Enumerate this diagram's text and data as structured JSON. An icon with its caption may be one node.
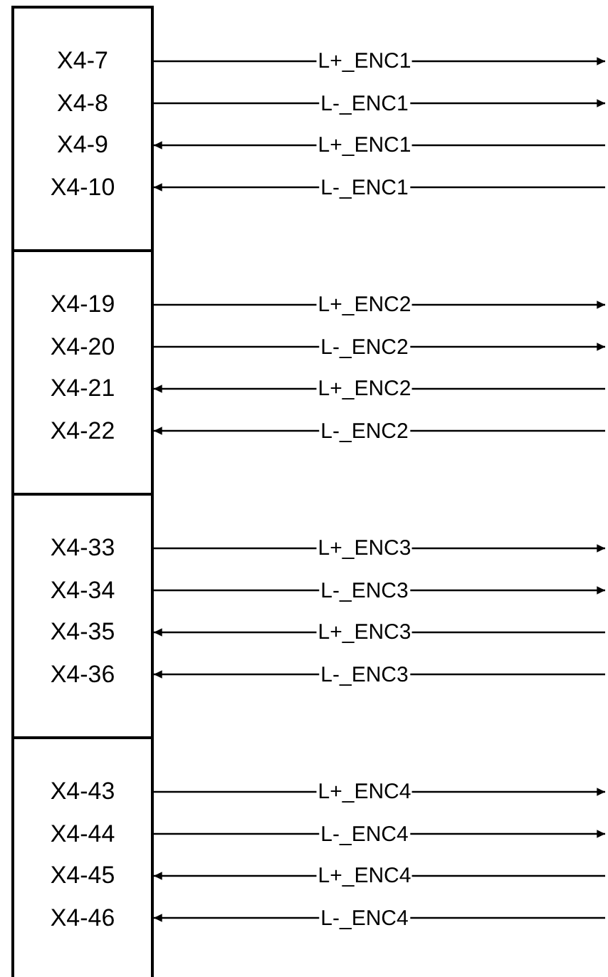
{
  "diagram": {
    "nodes": [
      {
        "text": [
          "X4-7",
          "X4-8",
          "X4-9",
          "X4-10"
        ]
      },
      {
        "text": [
          "X4-19",
          "X4-20",
          "X4-21",
          "X4-22"
        ]
      },
      {
        "text": [
          "X4-33",
          "X4-34",
          "X4-35",
          "X4-36"
        ]
      },
      {
        "text": [
          "X4-43",
          "X4-44",
          "X4-45",
          "X4-46"
        ]
      }
    ],
    "edges": [
      {
        "from": 0,
        "to": null,
        "arrow": "to",
        "label": "L+_ENC1"
      },
      {
        "from": 0,
        "to": null,
        "arrow": "to",
        "label": "L-_ENC1"
      },
      {
        "from": null,
        "to": 0,
        "arrow": "to",
        "label": "L+_ENC1"
      },
      {
        "from": null,
        "to": 0,
        "arrow": "to",
        "label": "L-_ENC1"
      },
      {
        "from": 1,
        "to": null,
        "arrow": "to",
        "label": "L+_ENC2"
      },
      {
        "from": 1,
        "to": null,
        "arrow": "to",
        "label": "L-_ENC2"
      },
      {
        "from": null,
        "to": 1,
        "arrow": "to",
        "label": "L+_ENC2"
      },
      {
        "from": null,
        "to": 1,
        "arrow": "to",
        "label": "L-_ENC2"
      },
      {
        "from": 2,
        "to": null,
        "arrow": "to",
        "label": "L+_ENC3"
      },
      {
        "from": 2,
        "to": null,
        "arrow": "to",
        "label": "L-_ENC3"
      },
      {
        "from": null,
        "to": 2,
        "arrow": "to",
        "label": "L+_ENC3"
      },
      {
        "from": null,
        "to": 2,
        "arrow": "to",
        "label": "L-_ENC3"
      },
      {
        "from": 3,
        "to": null,
        "arrow": "to",
        "label": "L+_ENC4"
      },
      {
        "from": 3,
        "to": null,
        "arrow": "to",
        "label": "L-_ENC4"
      },
      {
        "from": null,
        "to": 3,
        "arrow": "to",
        "label": "L+_ENC4"
      },
      {
        "from": null,
        "to": 3,
        "arrow": "to",
        "label": "L-_ENC4"
      }
    ]
  }
}
